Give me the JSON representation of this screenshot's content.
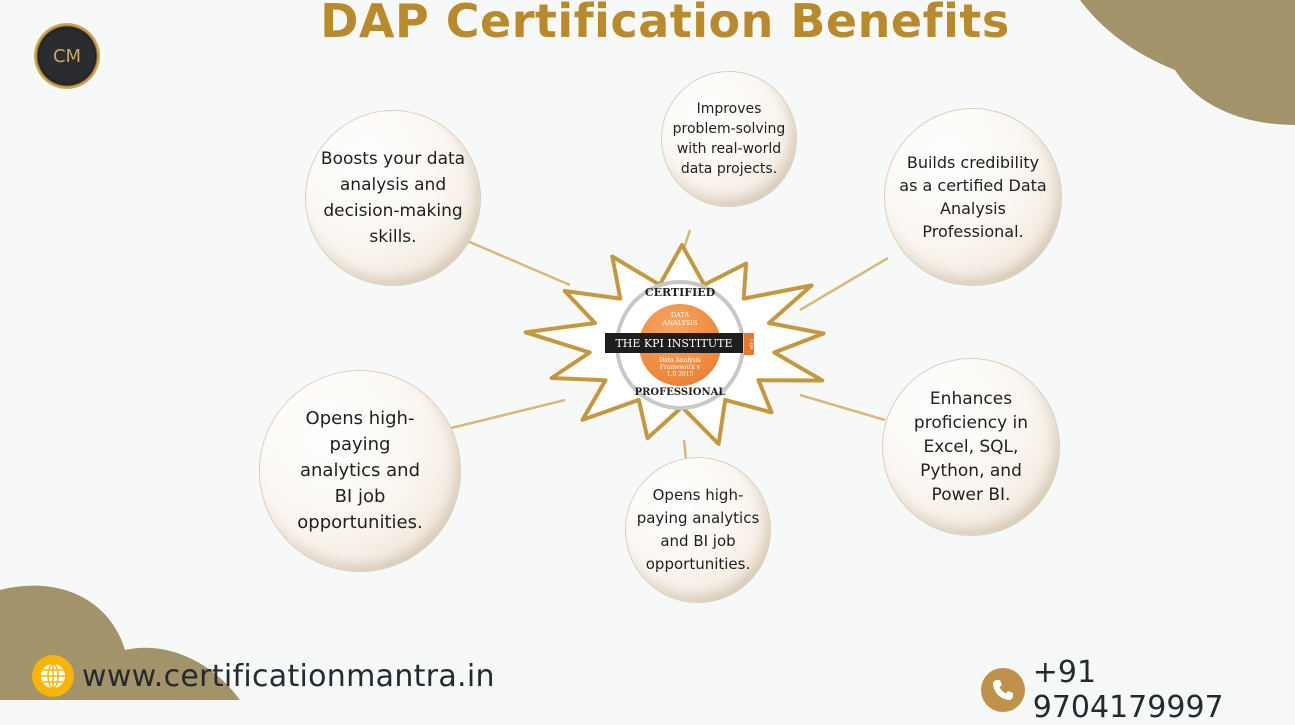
{
  "title": "DAP Certification Benefits",
  "logo": {
    "text": "CM"
  },
  "badge": {
    "top_arc": "CERTIFIED",
    "subject": "DATA ANALYSIS",
    "banner": "THE KPI INSTITUTE",
    "tag": "C-DA",
    "framework": "Data Analysis Framework v 1.0 2015",
    "bottom_arc": "PROFESSIONAL"
  },
  "benefits": [
    {
      "text": "Boosts your data analysis and decision-making skills."
    },
    {
      "text": "Improves problem-solving with real-world data projects."
    },
    {
      "text": "Builds credibility as a certified Data Analysis Professional."
    },
    {
      "text": "Opens high-paying analytics and BI job opportunities."
    },
    {
      "text": "Opens high-paying analytics and BI job opportunities."
    },
    {
      "text": "Enhances proficiency in Excel, SQL, Python, and Power BI."
    }
  ],
  "footer": {
    "website": "www.certificationmantra.in",
    "phone": "+91 9704179997",
    "website_icon": "globe-icon",
    "phone_icon": "phone-icon"
  },
  "colors": {
    "gold": "#b88a2c",
    "blob": "#a3936a",
    "badge_orange": "#ee8a3a",
    "globe_bg": "#f5b50a"
  }
}
